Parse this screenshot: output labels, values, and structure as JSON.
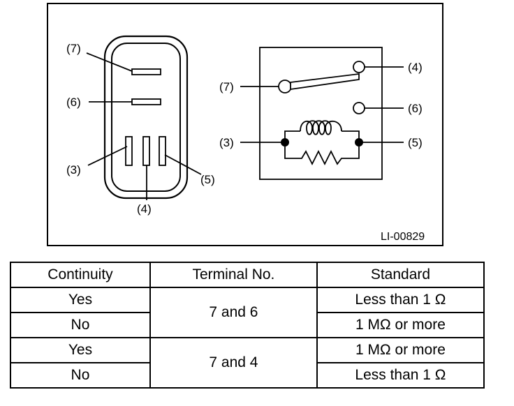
{
  "diagram": {
    "connector_labels": {
      "t7": "(7)",
      "t6": "(6)",
      "t3": "(3)",
      "t4": "(4)",
      "t5": "(5)"
    },
    "schematic_labels": {
      "t7": "(7)",
      "t4": "(4)",
      "t6": "(6)",
      "t3": "(3)",
      "t5": "(5)"
    },
    "figure_code": "LI-00829"
  },
  "table": {
    "headers": [
      "Continuity",
      "Terminal No.",
      "Standard"
    ],
    "groups": [
      {
        "terminal": "7 and 6",
        "rows": [
          {
            "continuity": "Yes",
            "standard": "Less than 1 Ω"
          },
          {
            "continuity": "No",
            "standard": "1 MΩ or more"
          }
        ]
      },
      {
        "terminal": "7 and 4",
        "rows": [
          {
            "continuity": "Yes",
            "standard": "1 MΩ or more"
          },
          {
            "continuity": "No",
            "standard": "Less than 1 Ω"
          }
        ]
      }
    ]
  }
}
